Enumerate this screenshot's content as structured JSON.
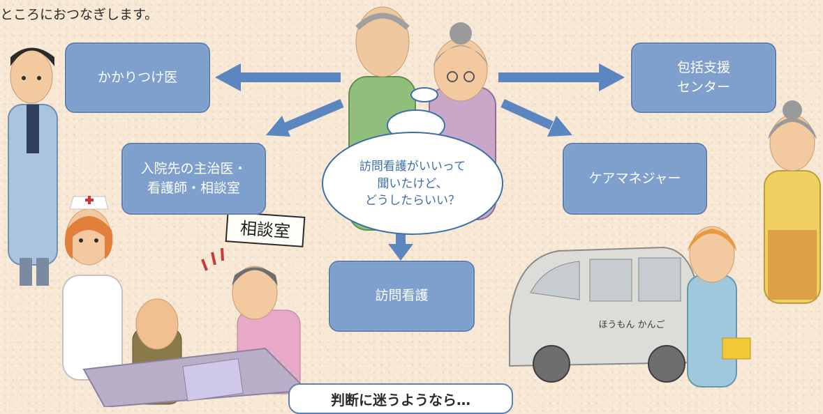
{
  "intro_text": "ところにおつなぎします。",
  "boxes": {
    "family_doctor": "かかりつけ医",
    "support_center": "包括支援\nセンター",
    "hospital_staff": "入院先の主治医・\n看護師・相談室",
    "care_manager": "ケアマネジャー",
    "visiting_nursing": "訪問看護"
  },
  "thought_bubble": "訪問看護がいいって\n聞いたけど、\nどうしたらいい？",
  "sign_text": "相談室",
  "car_text": "ほうもん かんご",
  "bottom_label": "判断に迷うようなら…",
  "colors": {
    "box_fill": "#7f9fcd",
    "box_border": "#5f7fb0",
    "arrow": "#5b86c0",
    "thought_text": "#3d6fa8",
    "background": "#f7e7d2"
  }
}
